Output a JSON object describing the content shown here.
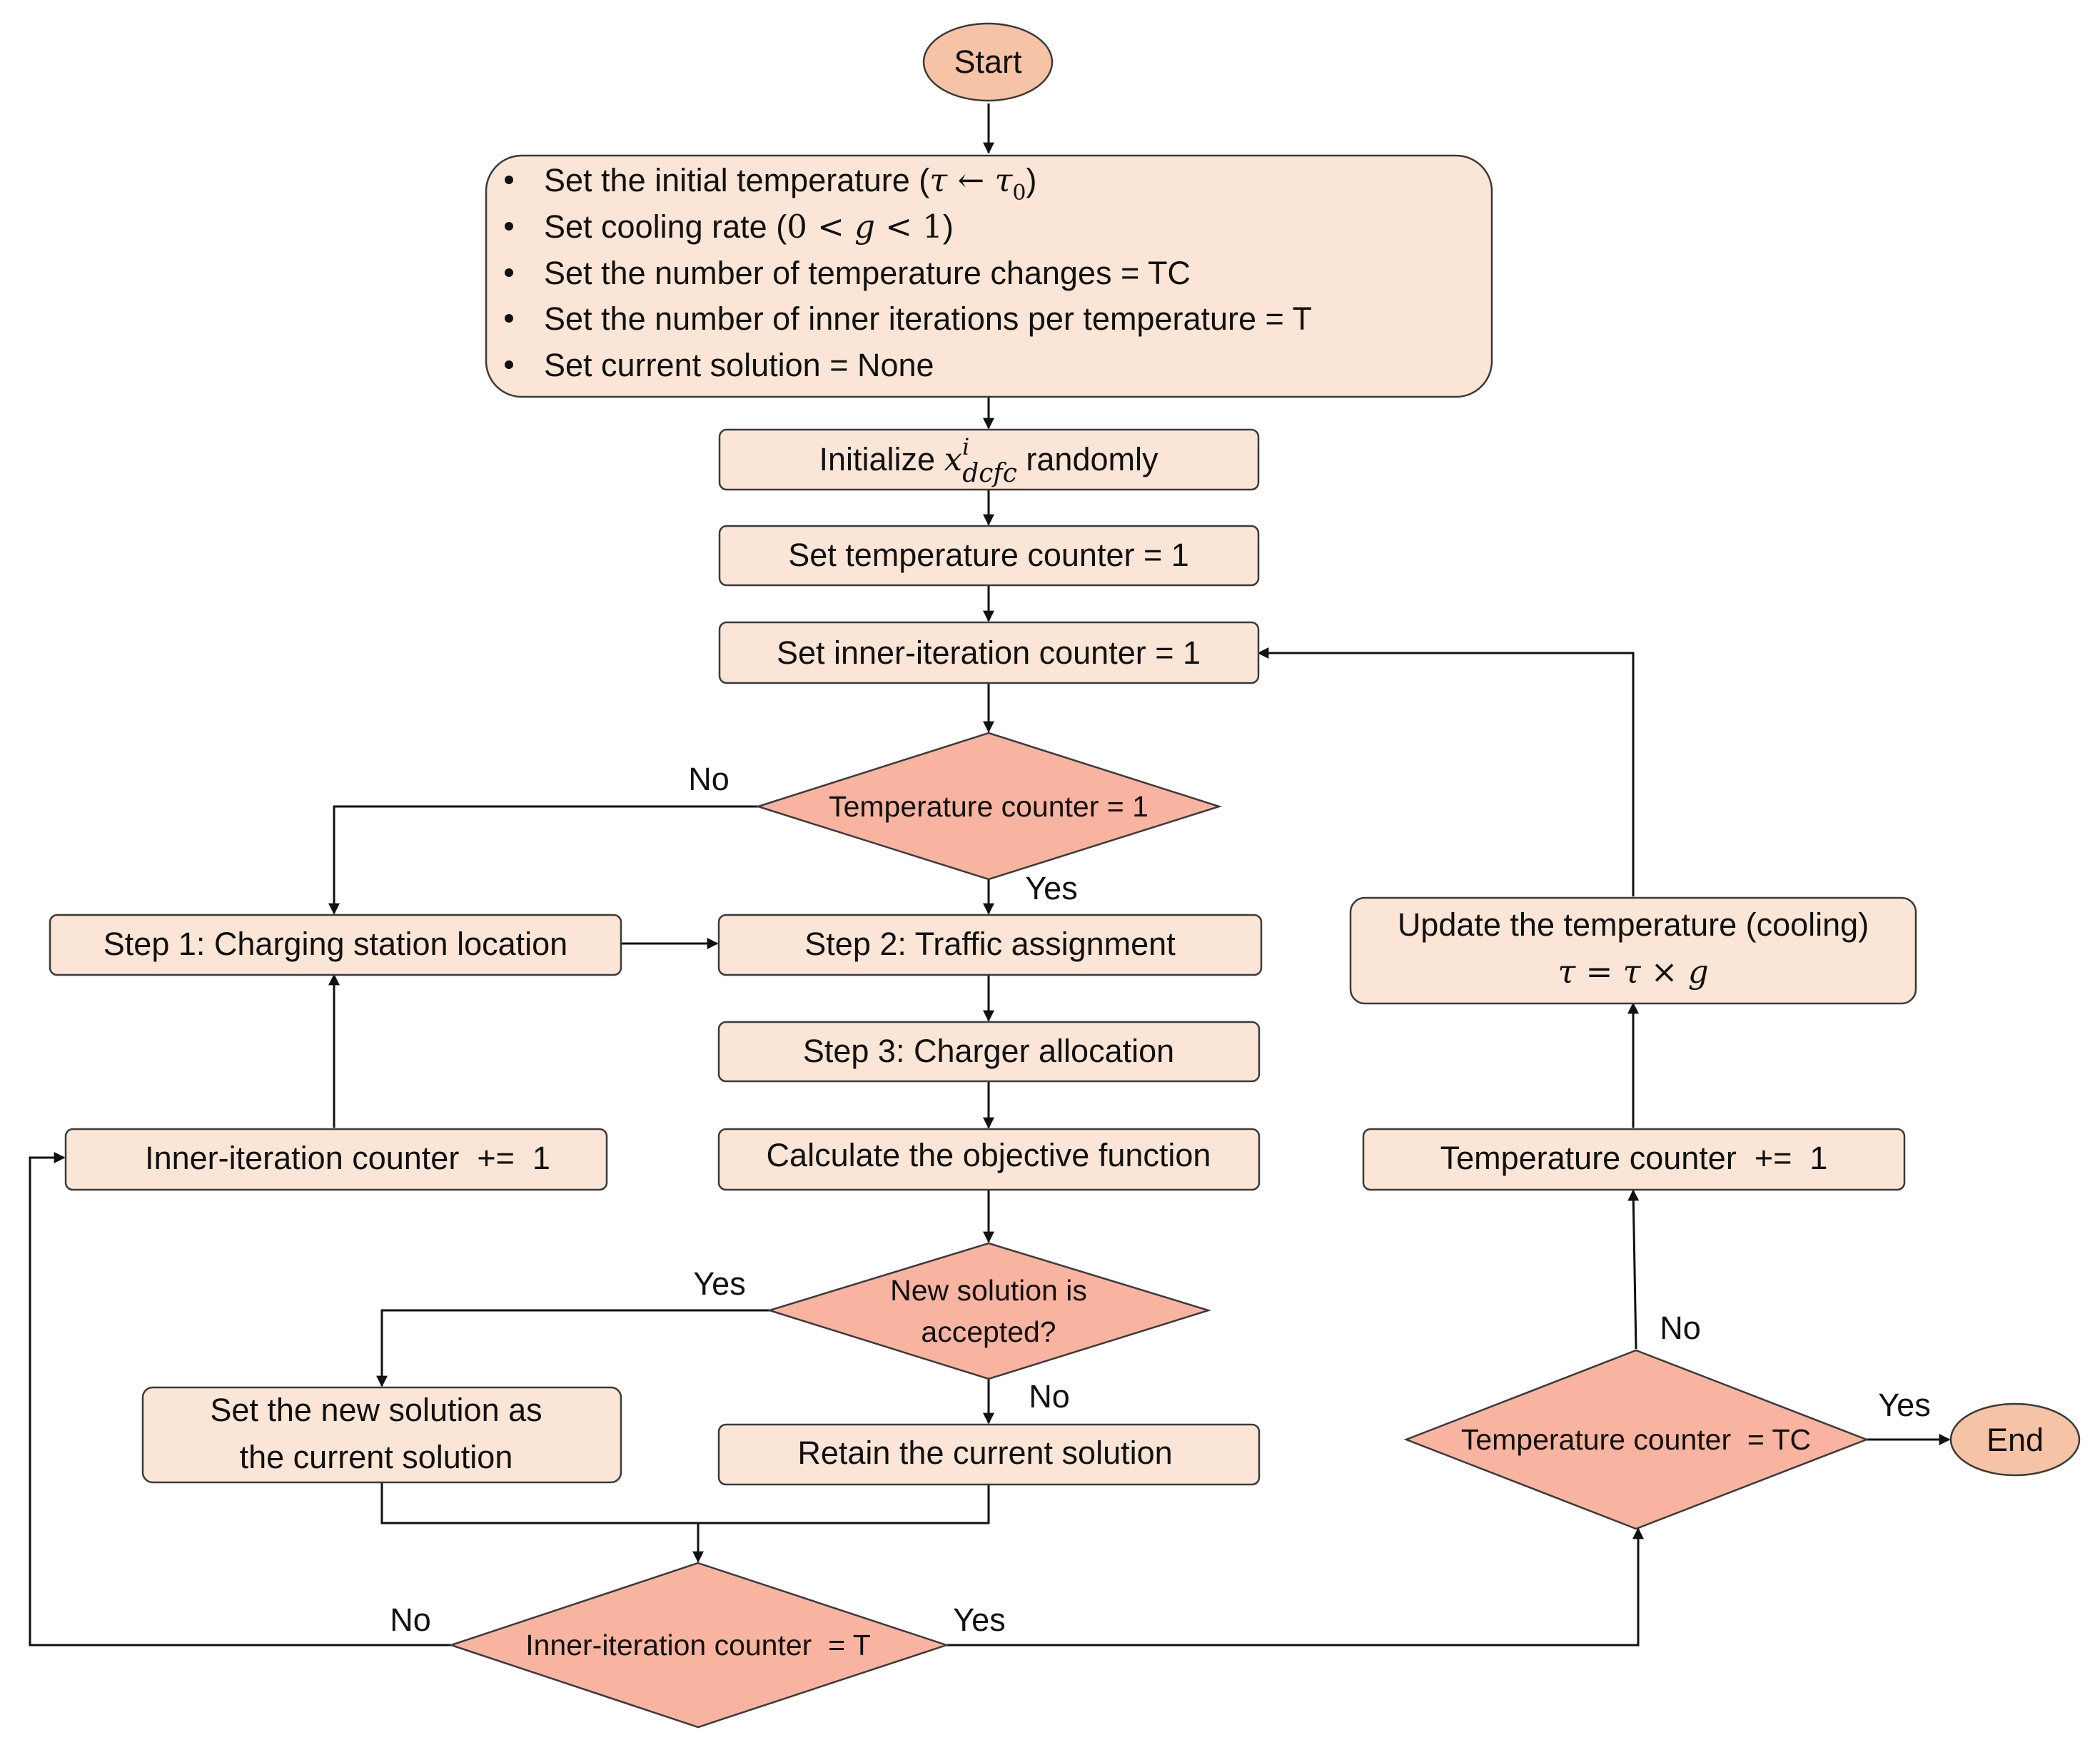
{
  "nodes": {
    "start": "Start",
    "init_bullets": [
      "Set the initial temperature (τ ← τ₀)",
      "Set cooling rate (0 < g < 1)",
      "Set the number of temperature changes = TC",
      "Set the number of inner iterations per temperature = T",
      "Set current solution = None"
    ],
    "initialize": {
      "prefix": "Initialize ",
      "var": "x",
      "sup": "i",
      "sub": "dcfc",
      "suffix": " randomly"
    },
    "set_temp_counter": "Set temperature counter = 1",
    "set_inner_counter": "Set inner-iteration counter = 1",
    "temp_counter_check": "Temperature counter  = 1",
    "step1": "Step 1: Charging station location",
    "step2": "Step 2: Traffic assignment",
    "step3": "Step 3: Charger allocation",
    "objective": "Calculate the objective function",
    "inner_increment": "Inner-iteration counter  +=  1",
    "accept_line1": "New solution is",
    "accept_line2": "accepted?",
    "set_new_line1": "Set the new solution as",
    "set_new_line2": "the current solution",
    "retain": "Retain the current solution",
    "inner_check": "Inner-iteration counter  = T",
    "update_line1": "Update the temperature (cooling)",
    "update_line2": "τ = τ × g",
    "temp_increment": "Temperature counter  +=  1",
    "tc_check": "Temperature counter  = TC",
    "end": "End"
  },
  "edge_labels": {
    "temp_no": "No",
    "temp_yes": "Yes",
    "accept_yes": "Yes",
    "accept_no": "No",
    "inner_no": "No",
    "inner_yes": "Yes",
    "tc_no": "No",
    "tc_yes": "Yes"
  },
  "colors": {
    "process_fill": "#fbe5d6",
    "decision_fill": "#f8b4a0",
    "terminal_fill": "#f6c3a6",
    "stroke": "#3a3a3a"
  }
}
